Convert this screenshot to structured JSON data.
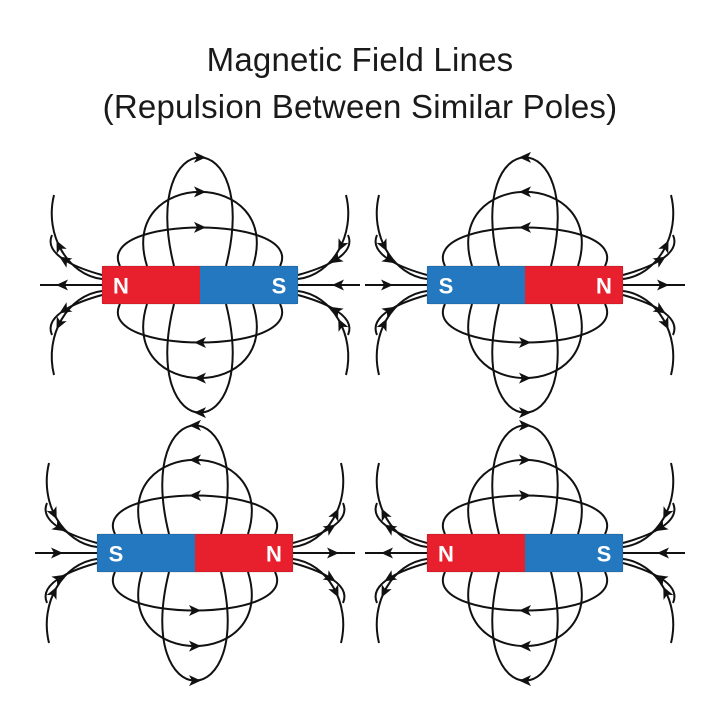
{
  "title": {
    "line1": "Magnetic Field Lines",
    "line2": "(Repulsion Between Similar Poles)"
  },
  "colors": {
    "north": "#e8202e",
    "south": "#2478bf",
    "field_line": "#111111"
  },
  "panels": [
    {
      "id": "top-left",
      "left_pole": "N",
      "right_pole": "S"
    },
    {
      "id": "top-right",
      "left_pole": "S",
      "right_pole": "N"
    },
    {
      "id": "bottom-left",
      "left_pole": "S",
      "right_pole": "N"
    },
    {
      "id": "bottom-right",
      "left_pole": "N",
      "right_pole": "S"
    }
  ]
}
